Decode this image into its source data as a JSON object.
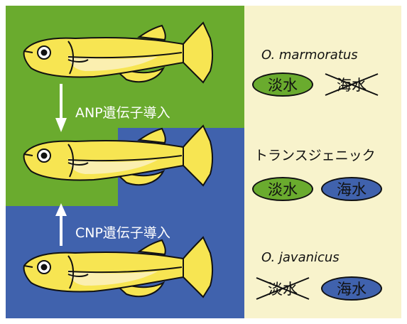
{
  "colors": {
    "green": "#6aab2e",
    "blue": "#4062ad",
    "panel": "#f8f3cc",
    "fish_body": "#f7e552",
    "fish_light": "#fbefb0"
  },
  "arrows": {
    "top_label": "ANP遺伝子導入",
    "bottom_label": "CNP遺伝子導入"
  },
  "rows": [
    {
      "label": "O. marmoratus",
      "italic": true,
      "freshwater": {
        "text": "淡水",
        "crossed": false
      },
      "seawater": {
        "text": "海水",
        "crossed": true
      }
    },
    {
      "label": "トランスジェニック",
      "italic": false,
      "freshwater": {
        "text": "淡水",
        "crossed": false
      },
      "seawater": {
        "text": "海水",
        "crossed": false
      }
    },
    {
      "label": "O. javanicus",
      "italic": true,
      "freshwater": {
        "text": "淡水",
        "crossed": true
      },
      "seawater": {
        "text": "海水",
        "crossed": false
      }
    }
  ]
}
